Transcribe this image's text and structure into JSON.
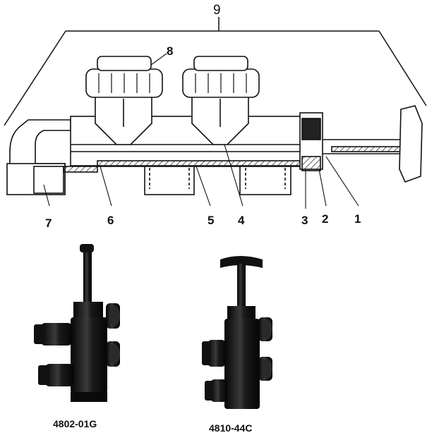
{
  "diagram": {
    "assembly_label": "9",
    "callouts": [
      {
        "id": "p1",
        "text": "1"
      },
      {
        "id": "p2",
        "text": "2"
      },
      {
        "id": "p3",
        "text": "3"
      },
      {
        "id": "p4",
        "text": "4"
      },
      {
        "id": "p5",
        "text": "5"
      },
      {
        "id": "p6",
        "text": "6"
      },
      {
        "id": "p7",
        "text": "7"
      },
      {
        "id": "p8",
        "text": "8"
      }
    ]
  },
  "products": [
    {
      "model": "4802-01G"
    },
    {
      "model": "4810-44C"
    }
  ],
  "colors": {
    "ink": "#111111",
    "background": "#ffffff",
    "hatch": "#333333"
  }
}
